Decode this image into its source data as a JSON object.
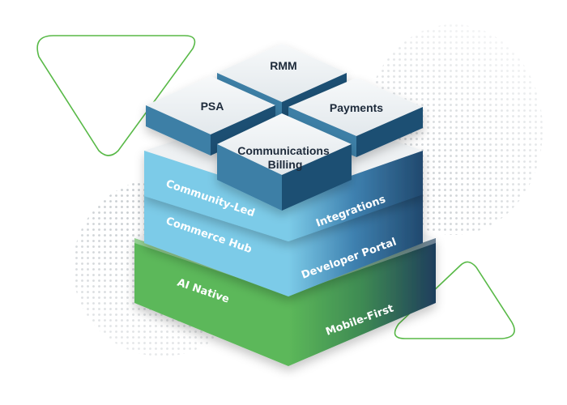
{
  "tiles": {
    "rmm": "RMM",
    "psa": "PSA",
    "payments": "Payments",
    "comm_line1": "Communications",
    "comm_line2": "Billing"
  },
  "layers": {
    "top_left": "Community-Led",
    "top_right": "Integrations",
    "middle_left": "Commerce Hub",
    "middle_right": "Developer Portal",
    "bottom_left": "AI Native",
    "bottom_right": "Mobile-First"
  },
  "colors": {
    "green_accent": "#58b947",
    "blue_light": "#7ccbe8",
    "blue_dark": "#21496e",
    "green_light": "#5cb85a",
    "navy_dark": "#1e3d5c",
    "tile_face": "#eef2f4"
  }
}
